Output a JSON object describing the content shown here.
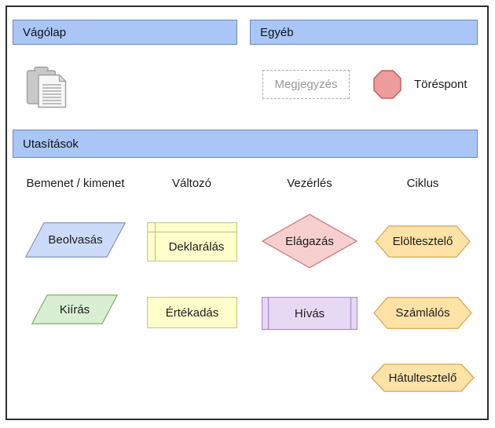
{
  "panel": {
    "clipboard_section": {
      "title": "Vágólap"
    },
    "other_section": {
      "title": "Egyéb",
      "comment": {
        "label": "Megjegyzés"
      },
      "breakpoint": {
        "label": "Töréspont"
      }
    },
    "instructions_section": {
      "title": "Utasítások",
      "columns": [
        "Bemenet / kimenet",
        "Változó",
        "Vezérlés",
        "Ciklus"
      ],
      "items": {
        "beolvasas": {
          "label": "Beolvasás",
          "shape": "parallelogram"
        },
        "kiiras": {
          "label": "Kiírás",
          "shape": "parallelogram"
        },
        "deklaralas": {
          "label": "Deklarálás",
          "shape": "declaration-table"
        },
        "ertekadas": {
          "label": "Értékadás",
          "shape": "rectangle"
        },
        "elagazas": {
          "label": "Elágazás",
          "shape": "diamond"
        },
        "hivas": {
          "label": "Hívás",
          "shape": "subroutine"
        },
        "elolteszelo": {
          "label": "Elöltesztelő",
          "shape": "hexagon"
        },
        "szamlalos": {
          "label": "Számlálós",
          "shape": "hexagon"
        },
        "hatultesztelo": {
          "label": "Hátultesztelő",
          "shape": "hexagon"
        }
      }
    }
  },
  "colors": {
    "section_header_fill": "#a9c6f7",
    "section_header_border": "#6e88ba",
    "read_fill": "#ccdcf8",
    "read_stroke": "#8394c4",
    "write_fill": "#d8efd2",
    "write_stroke": "#7fb16a",
    "variable_fill": "#ffffcb",
    "variable_stroke": "#c6c68f",
    "branch_fill": "#f7cfce",
    "branch_stroke": "#cc8281",
    "call_fill": "#e7d9f3",
    "call_stroke": "#a98cc6",
    "loop_fill": "#ffe2a5",
    "loop_stroke": "#d8a556",
    "breakpoint_fill": "#ee9c9b",
    "breakpoint_stroke": "#c26060",
    "comment_border": "#ababab",
    "comment_text": "#9a9a9a",
    "icon_fill": "#c9c9c9",
    "icon_stroke": "#a0a0a0",
    "panel_border": "#2e2e2e"
  }
}
